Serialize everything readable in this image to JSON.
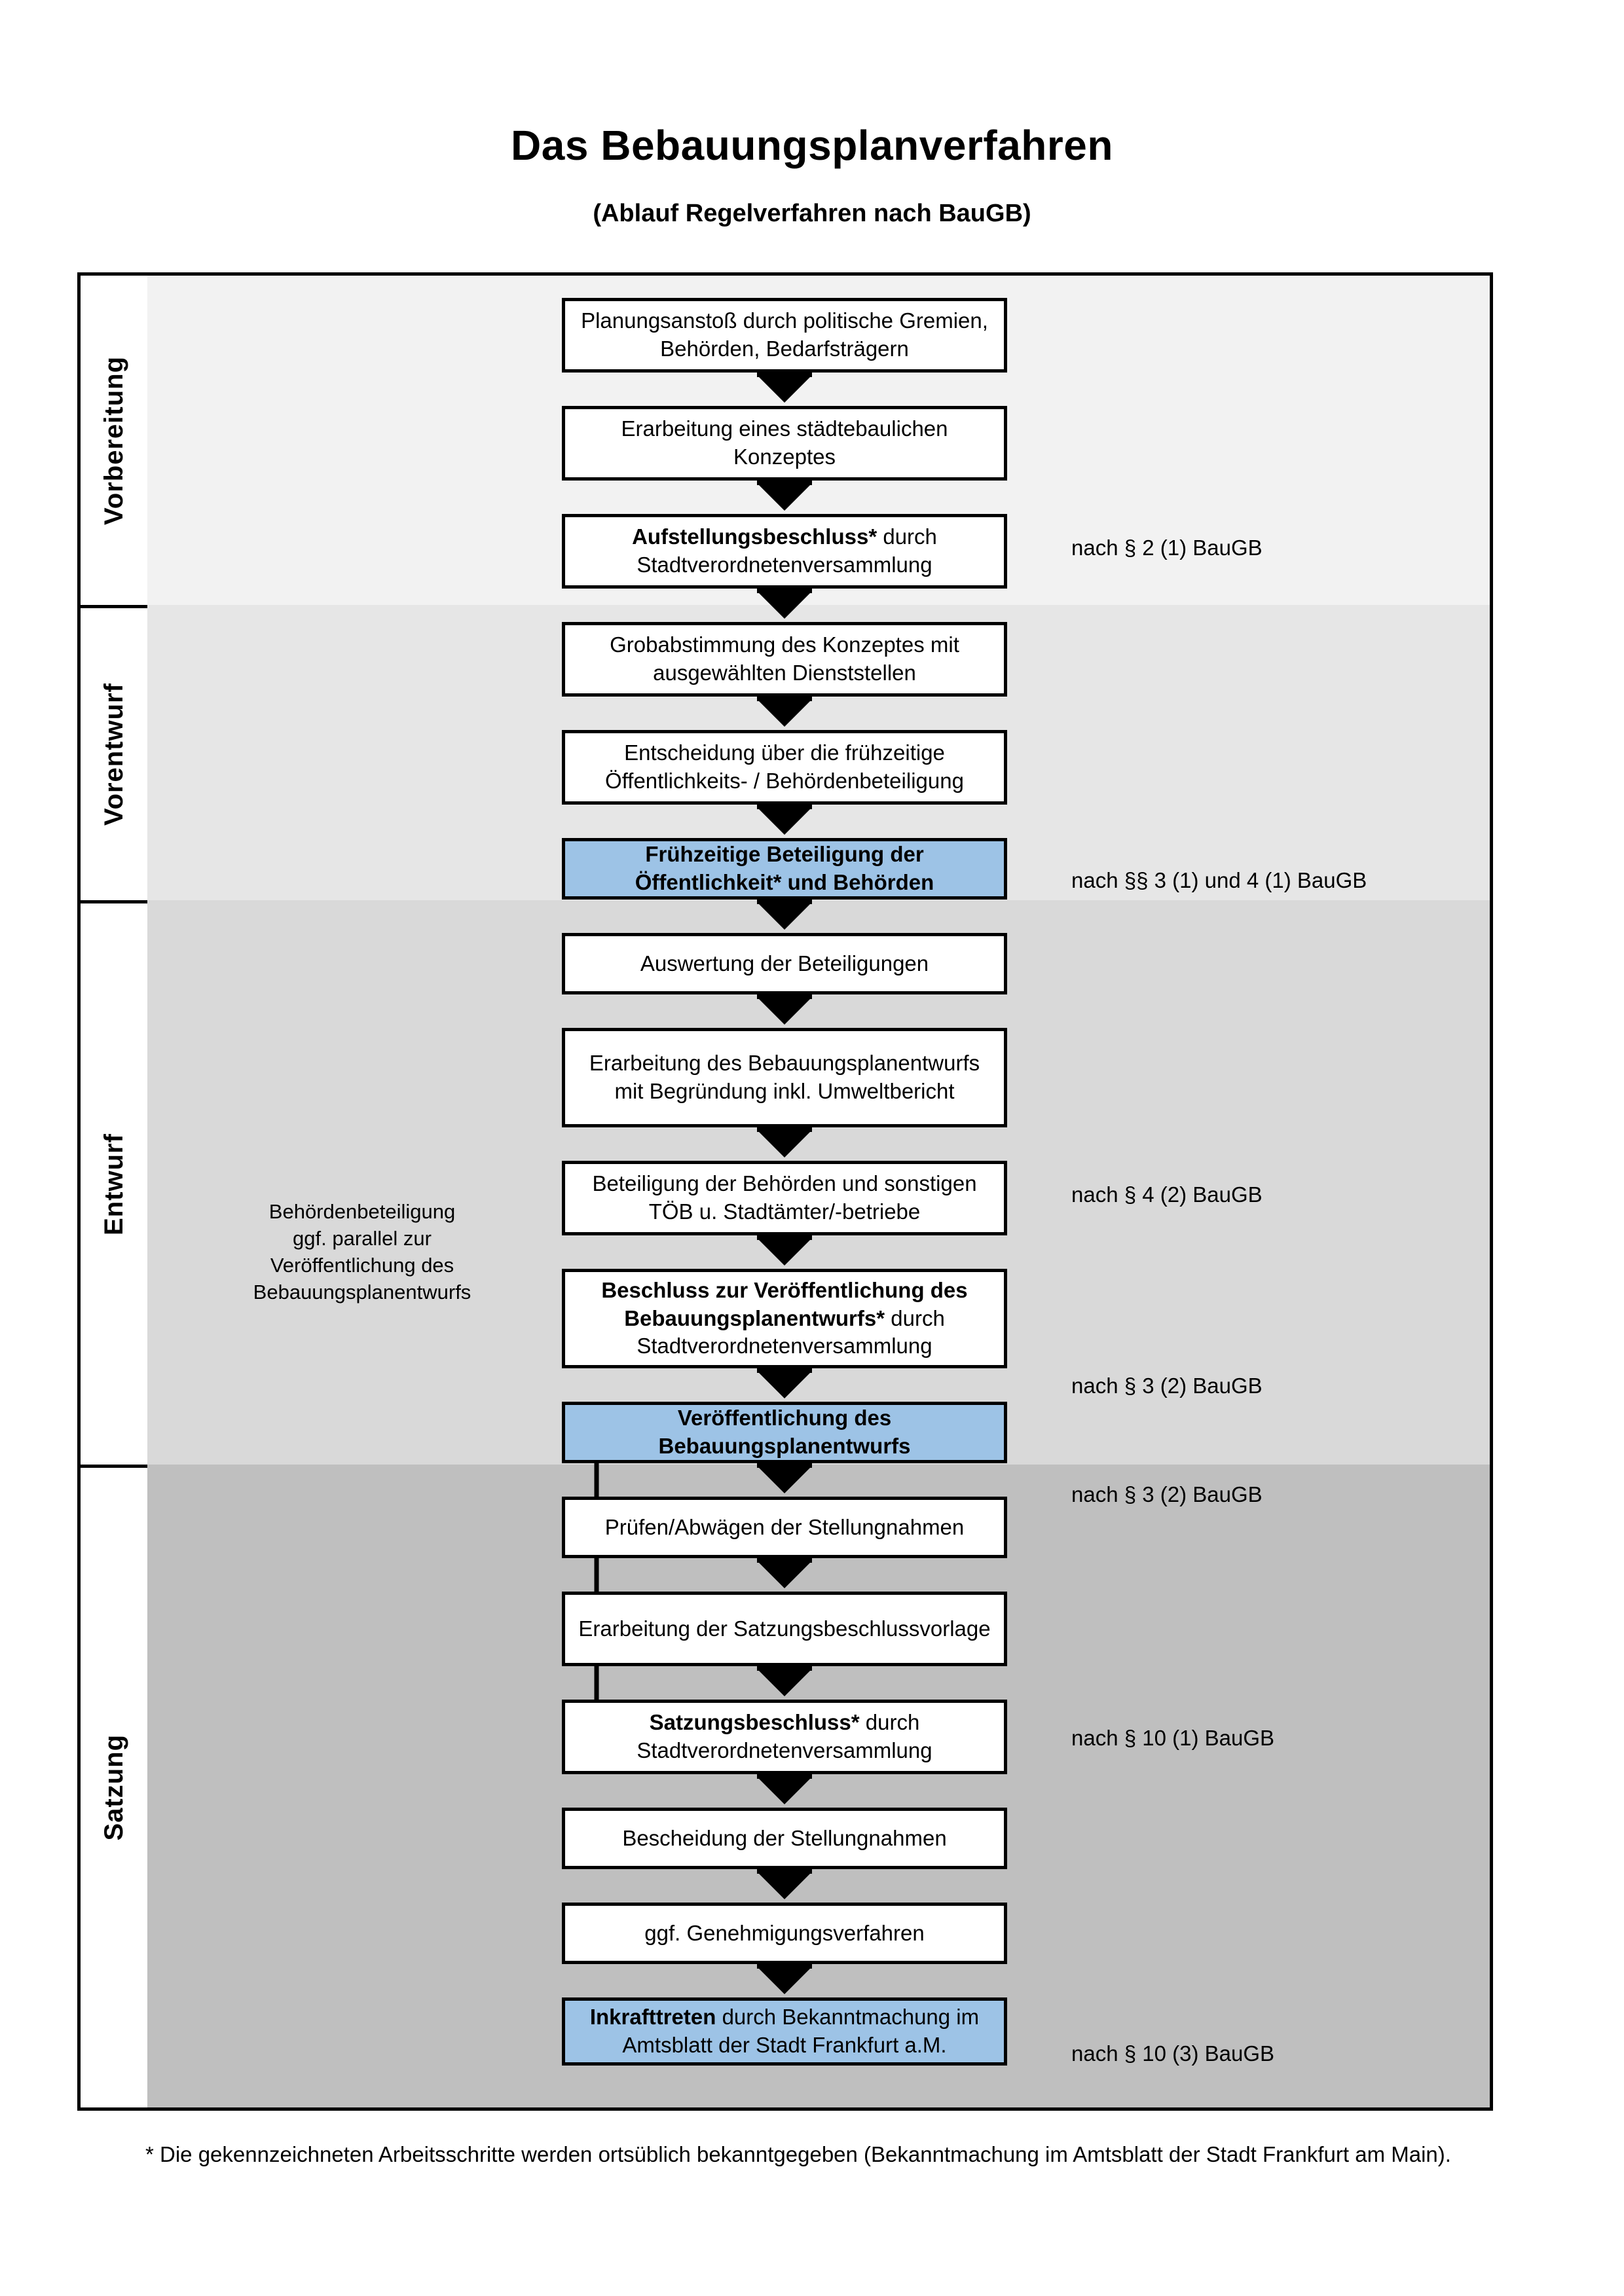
{
  "title": {
    "main": "Das Bebauungsplanverfahren",
    "sub": "(Ablauf Regelverfahren nach BauGB)"
  },
  "phases": [
    {
      "id": "vorbereitung",
      "label": "Vorbereitung",
      "background": "#F2F2F2"
    },
    {
      "id": "vorentwurf",
      "label": "Vorentwurf",
      "background": "#E6E6E6"
    },
    {
      "id": "entwurf",
      "label": "Entwurf",
      "background": "#D9D9D9"
    },
    {
      "id": "satzung",
      "label": "Satzung",
      "background": "#BFBFBF"
    }
  ],
  "steps": [
    {
      "id": "s1",
      "phase": "vorbereitung",
      "bold": "",
      "rest": "Planungsanstoß durch politische Gremien, Behörden, Bedarfsträgern",
      "highlight": false
    },
    {
      "id": "s2",
      "phase": "vorbereitung",
      "bold": "",
      "rest": "Erarbeitung eines städtebaulichen Konzeptes",
      "highlight": false
    },
    {
      "id": "s3",
      "phase": "vorbereitung",
      "bold": "Aufstellungsbeschluss*",
      "rest": " durch Stadtverordnetenversammlung",
      "highlight": false
    },
    {
      "id": "s4",
      "phase": "vorentwurf",
      "bold": "",
      "rest": "Grobabstimmung des Konzeptes mit ausgewählten Dienststellen",
      "highlight": false
    },
    {
      "id": "s5",
      "phase": "vorentwurf",
      "bold": "",
      "rest": "Entscheidung über die frühzeitige Öffentlichkeits- / Behördenbeteiligung",
      "highlight": false
    },
    {
      "id": "s6",
      "phase": "vorentwurf",
      "bold": "Frühzeitige Beteiligung der Öffentlichkeit* und Behörden",
      "rest": "",
      "highlight": true
    },
    {
      "id": "s7",
      "phase": "entwurf",
      "bold": "",
      "rest": "Auswertung der Beteiligungen",
      "highlight": false
    },
    {
      "id": "s8",
      "phase": "entwurf",
      "bold": "",
      "rest": "Erarbeitung des Bebauungsplanentwurfs mit Begründung inkl. Umweltbericht",
      "highlight": false
    },
    {
      "id": "s9",
      "phase": "entwurf",
      "bold": "",
      "rest": "Beteiligung der Behörden und sonstigen TÖB u. Stadtämter/-betriebe",
      "highlight": false
    },
    {
      "id": "s10",
      "phase": "entwurf",
      "bold": "Beschluss zur Veröffentlichung des Bebauungsplanentwurfs*",
      "rest": " durch Stadtverordnetenversammlung",
      "highlight": false
    },
    {
      "id": "s11",
      "phase": "entwurf",
      "bold": "Veröffentlichung des Bebauungsplanentwurfs",
      "rest": "",
      "highlight": true
    },
    {
      "id": "s12",
      "phase": "satzung",
      "bold": "",
      "rest": "Prüfen/Abwägen der Stellungnahmen",
      "highlight": false
    },
    {
      "id": "s13",
      "phase": "satzung",
      "bold": "",
      "rest": "Erarbeitung der Satzungsbeschlussvorlage",
      "highlight": false
    },
    {
      "id": "s14",
      "phase": "satzung",
      "bold": "Satzungsbeschluss*",
      "rest": " durch Stadtverordnetenversammlung",
      "highlight": false
    },
    {
      "id": "s15",
      "phase": "satzung",
      "bold": "",
      "rest": "Bescheidung der Stellungnahmen",
      "highlight": false
    },
    {
      "id": "s16",
      "phase": "satzung",
      "bold": "",
      "rest": "ggf. Genehmigungsverfahren",
      "highlight": false
    },
    {
      "id": "s17",
      "phase": "satzung",
      "bold": "Inkrafttreten",
      "rest": " durch Bekanntmachung im Amtsblatt der Stadt Frankfurt a.M.",
      "highlight": true
    }
  ],
  "legal_notes": [
    {
      "id": "l1",
      "text": "nach § 2 (1) BauGB"
    },
    {
      "id": "l2",
      "text": "nach §§ 3 (1) und 4 (1) BauGB"
    },
    {
      "id": "l3",
      "text": "nach § 4 (2) BauGB"
    },
    {
      "id": "l4",
      "text": "nach § 3 (2) BauGB"
    },
    {
      "id": "l5",
      "text": "nach § 3 (2) BauGB"
    },
    {
      "id": "l6",
      "text": "nach § 10 (1) BauGB"
    },
    {
      "id": "l7",
      "text": "nach § 10 (3) BauGB"
    }
  ],
  "side_note": "Behördenbeteiligung\nggf. parallel zur\nVeröffentlichung des\nBebauungsplanentwurfs",
  "footnote": "* Die gekennzeichneten Arbeitsschritte werden ortsüblich bekanntgegeben (Bekanntmachung im Amtsblatt  der Stadt Frankfurt am Main).",
  "colors": {
    "highlight_fill": "#9DC3E6",
    "border": "#000000",
    "page": "#FFFFFF"
  }
}
